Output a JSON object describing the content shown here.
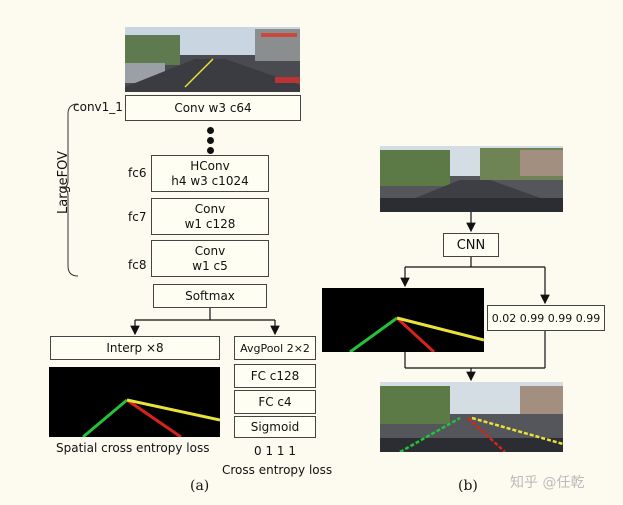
{
  "left": {
    "conv1_label": "conv1_1",
    "conv_block": "Conv w3 c64",
    "largefov_label": "LargeFOV",
    "layers": [
      {
        "name": "fc6",
        "line1": "HConv",
        "line2": "h4 w3 c1024"
      },
      {
        "name": "fc7",
        "line1": "Conv",
        "line2": "w1 c128"
      },
      {
        "name": "fc8",
        "line1": "Conv",
        "line2": "w1 c5"
      }
    ],
    "softmax": "Softmax",
    "interp": "Interp ×8",
    "spatial_loss": "Spatial cross entropy loss",
    "branch": {
      "avgpool": "AvgPool 2×2",
      "fc1": "FC c128",
      "fc2": "FC c4",
      "sigmoid": "Sigmoid",
      "output": "0 1 1 1",
      "loss": "Cross entropy loss"
    },
    "caption": "(a)"
  },
  "right": {
    "cnn": "CNN",
    "scores": "0.02 0.99 0.99 0.99",
    "caption": "(b)"
  },
  "watermark": "知乎 @任乾",
  "colors": {
    "background": "#fdfbef",
    "lane_green": "#22c33a",
    "lane_red": "#d6241c",
    "lane_yellow": "#e8e23a"
  }
}
